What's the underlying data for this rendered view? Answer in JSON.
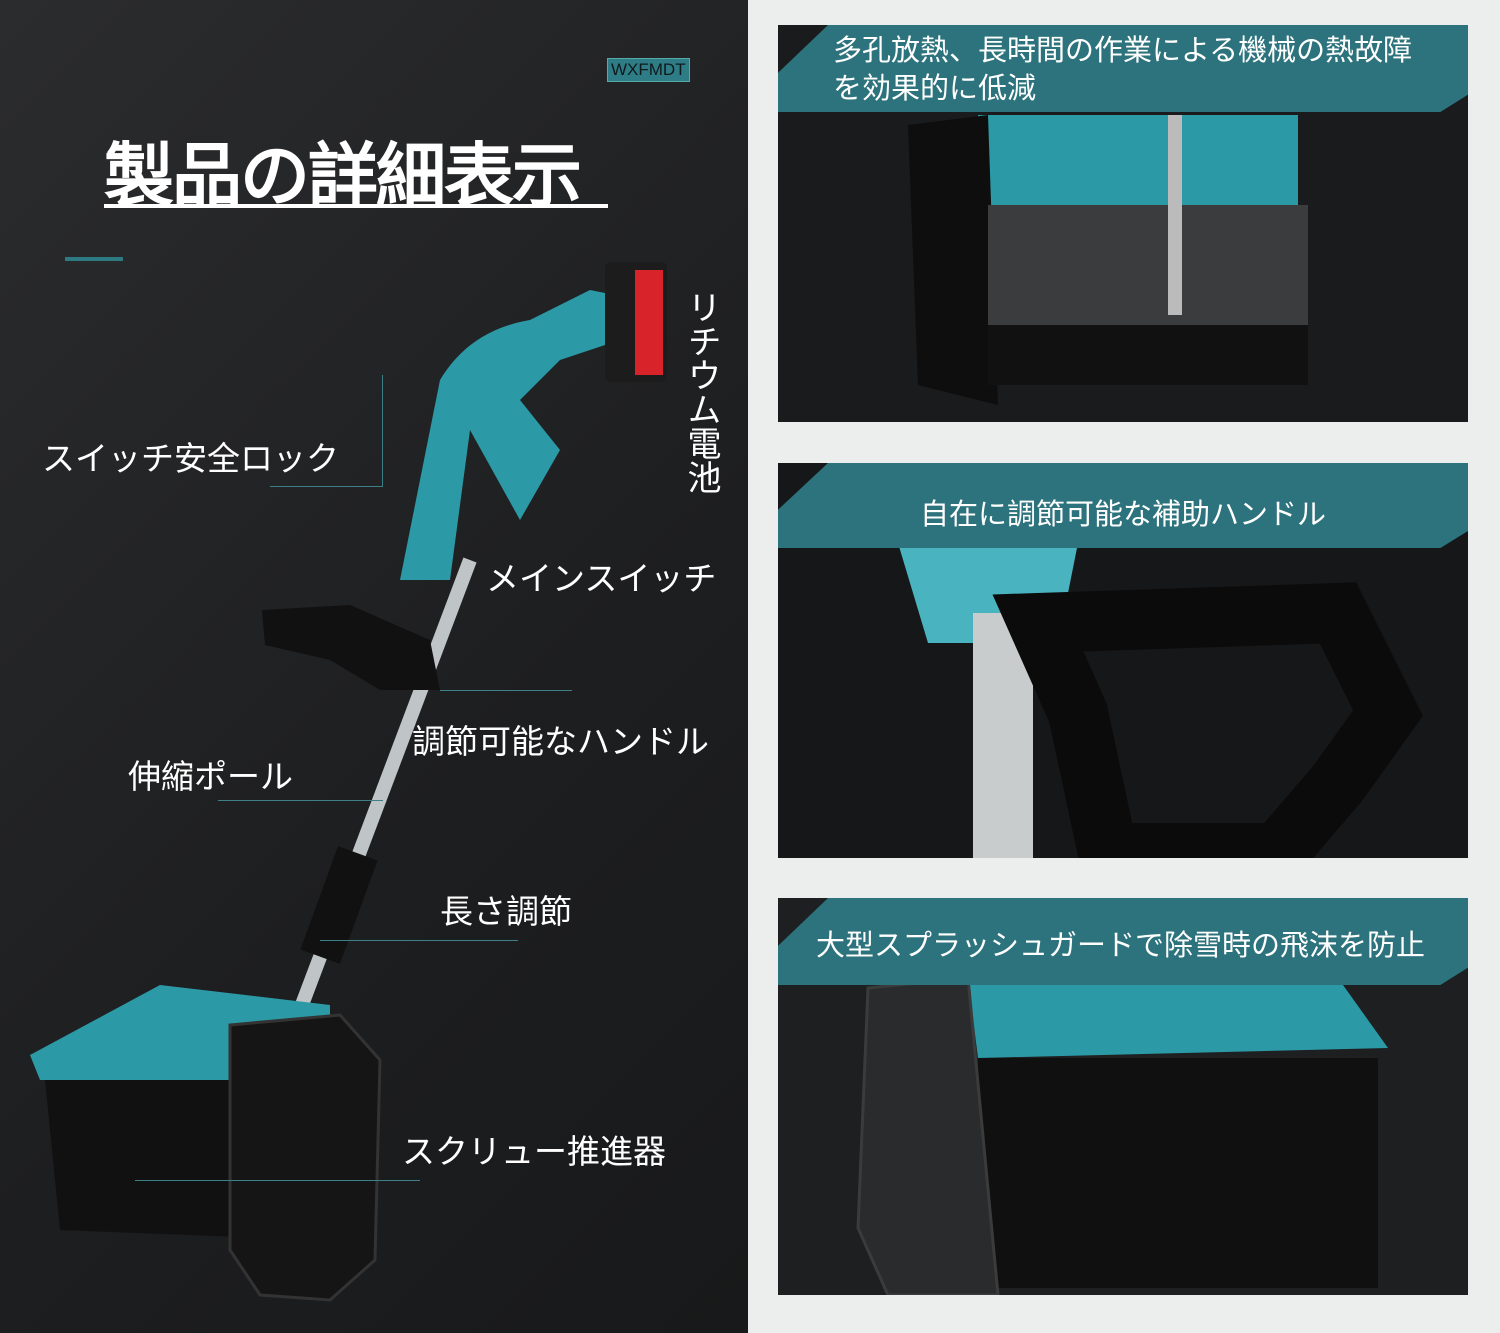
{
  "brand": "WXFMDT",
  "title": "製品の詳細表示",
  "callouts": {
    "switch_lock": "スイッチ安全ロック",
    "battery": "リチウム電池",
    "main_switch": "メインスイッチ",
    "adjustable_handle": "調節可能なハンドル",
    "telescopic_pole": "伸縮ポール",
    "length_adjust": "長さ調節",
    "auger": "スクリュー推進器"
  },
  "panels": [
    {
      "line1": "多孔放熱、長時間の作業による機械の熱故障",
      "line2": "を効果的に低減"
    },
    {
      "line1": "自在に調節可能な補助ハンドル"
    },
    {
      "line1": "大型スプラッシュガードで除雪時の飛沫を防止"
    }
  ],
  "colors": {
    "accent": "#2d737d",
    "dark_bg": "#1d1e20",
    "battery_red": "#d9232a"
  }
}
